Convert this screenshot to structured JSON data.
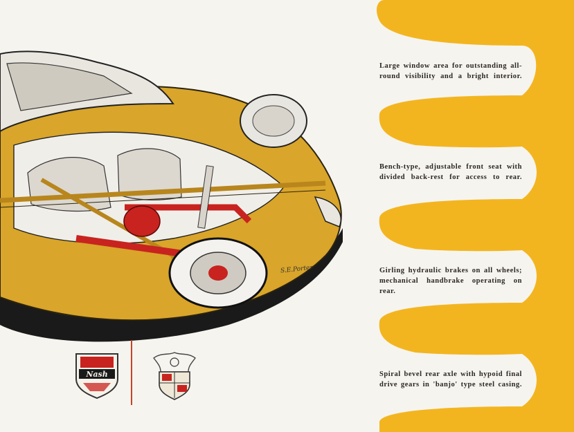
{
  "captions": [
    "Large window area for outstanding all-round visibility and a bright interior.",
    "Bench-type, adjustable front seat with divided back-rest for access to rear.",
    "Girling hydraulic brakes on all wheels; mechanical handbrake operating on rear.",
    "Spiral bevel rear axle with hypoid final drive gears in 'banjo' type steel casing."
  ],
  "artist_signature": "S.E.Porter",
  "logos": {
    "nash": "Nash",
    "austin_crest": ""
  },
  "colors": {
    "page": "#f6f4ef",
    "accent_band": "#f3b51f",
    "car_body": "#d9a52a",
    "axle_red": "#c8231f",
    "divider": "#c8412a",
    "text": "#2a2620"
  },
  "icons": [
    "nash-shield-logo-icon",
    "austin-crest-logo-icon"
  ]
}
